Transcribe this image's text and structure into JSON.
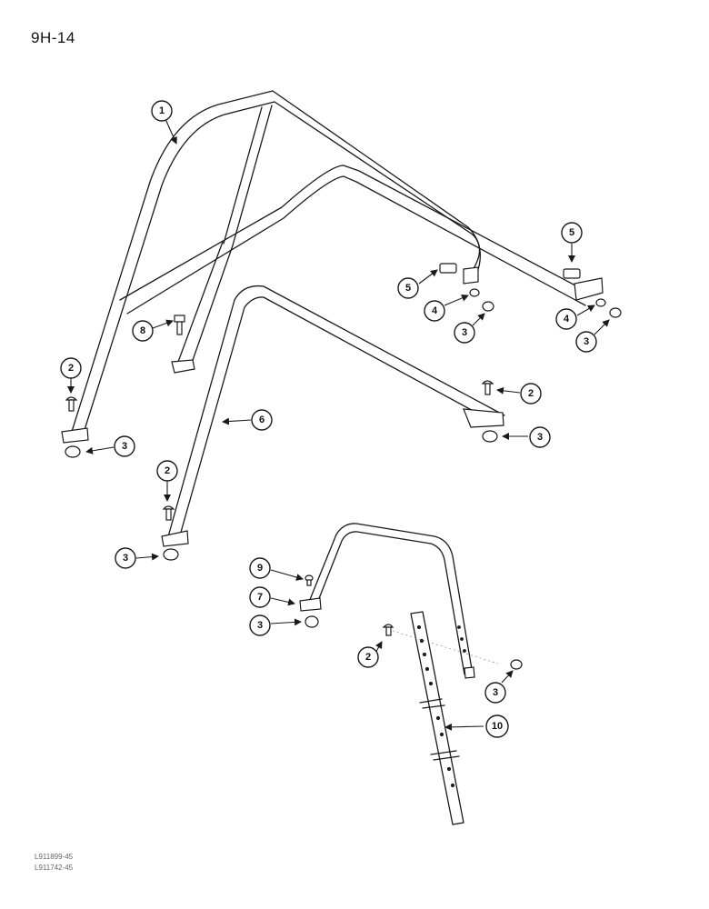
{
  "page": {
    "header": "9H-14",
    "ref_codes": [
      "L911899-45",
      "L911742-45"
    ]
  },
  "callouts": {
    "c1": "1",
    "c2a": "2",
    "c2b": "2",
    "c2c": "2",
    "c2d": "2",
    "c3a": "3",
    "c3b": "3",
    "c3c": "3",
    "c3d": "3",
    "c3e": "3",
    "c3f": "3",
    "c3g": "3",
    "c4a": "4",
    "c4b": "4",
    "c5a": "5",
    "c5b": "5",
    "c6": "6",
    "c7": "7",
    "c8": "8",
    "c9": "9",
    "c10": "10"
  }
}
